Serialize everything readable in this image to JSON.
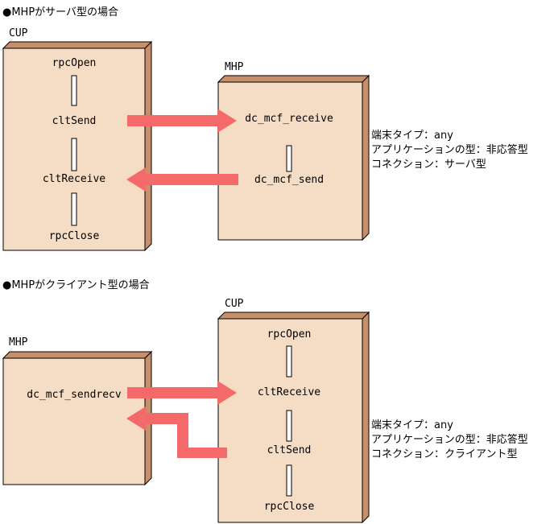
{
  "colors": {
    "box_face": "#f5dcc4",
    "box_side": "#c8906a",
    "arrow": "#f46a6a",
    "bar_fill": "#ffffff"
  },
  "section1": {
    "title": "●MHPがサーバ型の場合",
    "left_label": "CUP",
    "left_calls": [
      "rpcOpen",
      "cltSend",
      "cltReceive",
      "rpcClose"
    ],
    "right_label": "MHP",
    "right_calls": [
      "dc_mcf_receive",
      "dc_mcf_send"
    ],
    "info": [
      "端末タイプ：any",
      "アプリケーションの型：非応答型",
      "コネクション：サーバ型"
    ]
  },
  "section2": {
    "title": "●MHPがクライアント型の場合",
    "left_label": "MHP",
    "left_calls": [
      "dc_mcf_sendrecv"
    ],
    "right_label": "CUP",
    "right_calls": [
      "rpcOpen",
      "cltReceive",
      "cltSend",
      "rpcClose"
    ],
    "info": [
      "端末タイプ：any",
      "アプリケーションの型：非応答型",
      "コネクション：クライアント型"
    ]
  }
}
